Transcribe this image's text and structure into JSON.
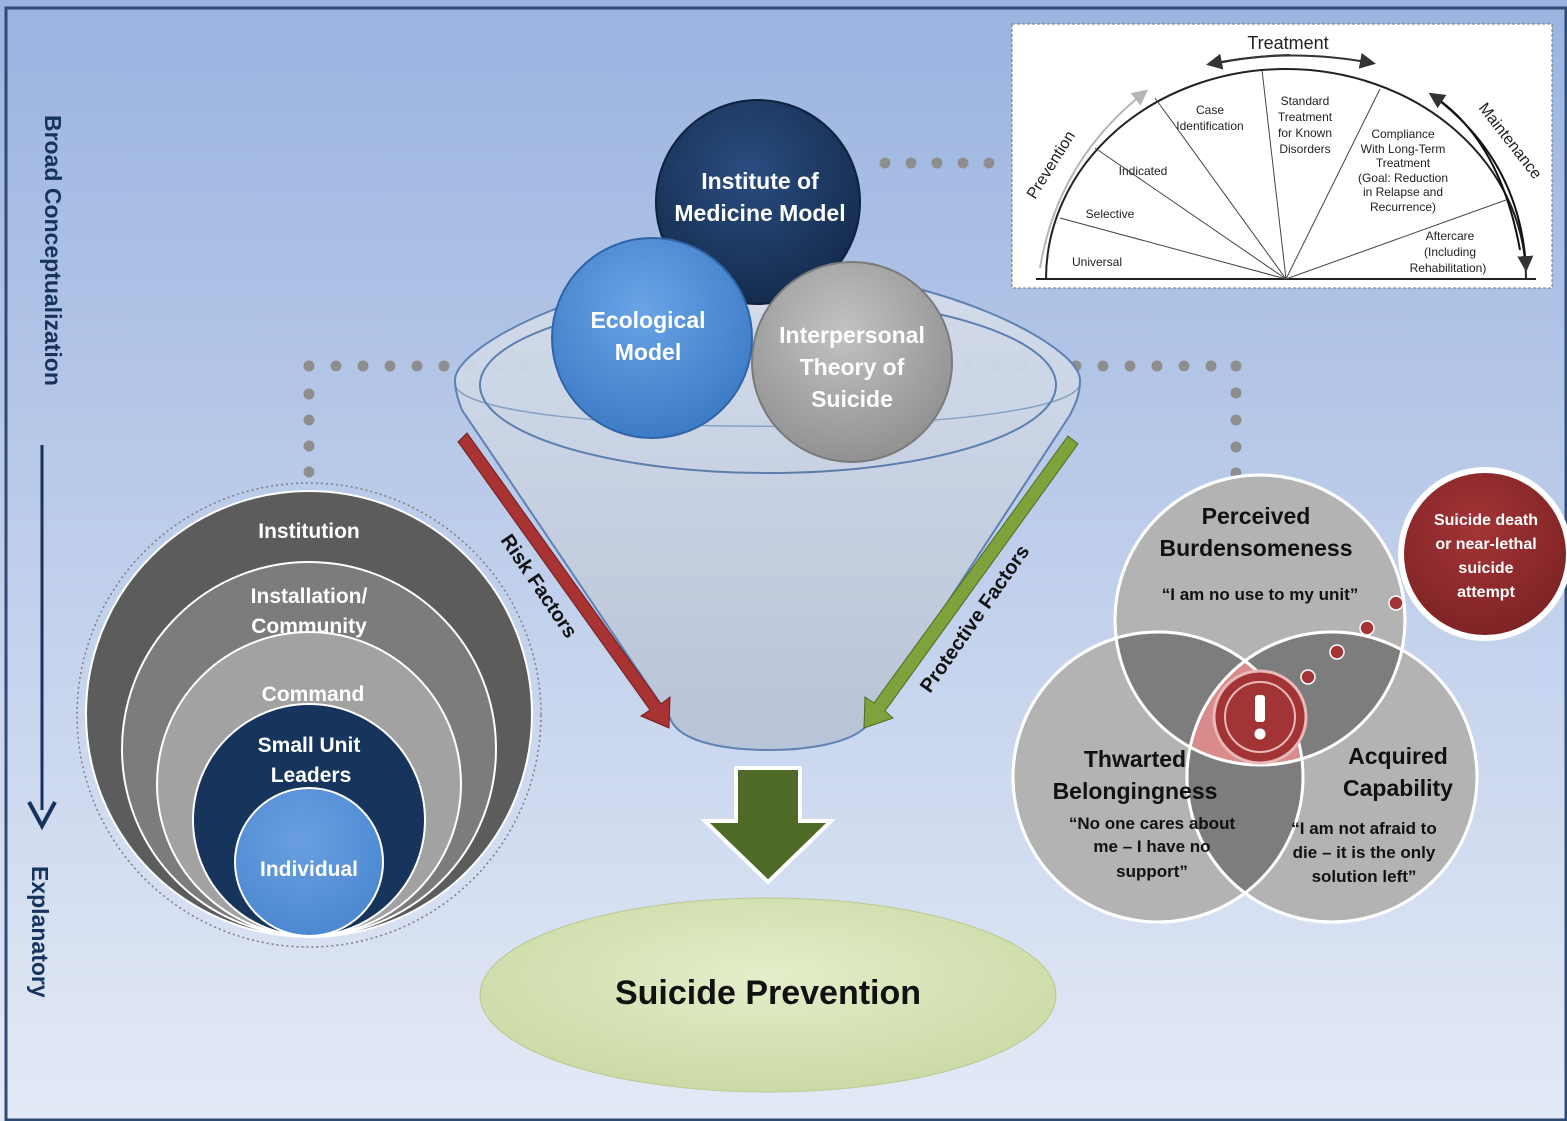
{
  "side_axis": {
    "top_label": "Broad Conceptualization",
    "bottom_label": "Explanatory"
  },
  "models": {
    "iom": [
      "Institute of",
      "Medicine Model"
    ],
    "ecological": [
      "Ecological",
      "Model"
    ],
    "interpersonal": [
      "Interpersonal",
      "Theory of",
      "Suicide"
    ]
  },
  "arrows": {
    "risk": "Risk Factors",
    "protective": "Protective Factors"
  },
  "outcome": "Suicide Prevention",
  "ecological_levels": {
    "institution": "Institution",
    "installation": [
      "Installation/",
      "Community"
    ],
    "command": "Command",
    "small_unit": [
      "Small Unit",
      "Leaders"
    ],
    "individual": "Individual"
  },
  "iom_spectrum": {
    "arc_labels": {
      "treatment": "Treatment",
      "prevention": "Prevention",
      "maintenance": "Maintenance"
    },
    "universal": "Universal",
    "selective": "Selective",
    "indicated": "Indicated",
    "case_identification": [
      "Case",
      "Identification"
    ],
    "standard_treatment": [
      "Standard",
      "Treatment",
      "for Known",
      "Disorders"
    ],
    "compliance": [
      "Compliance",
      "With Long-Term",
      "Treatment",
      "(Goal: Reduction",
      "in Relapse and",
      "Recurrence)"
    ],
    "aftercare": [
      "Aftercare",
      "(Including",
      "Rehabilitation)"
    ]
  },
  "venn": {
    "burdensomeness": {
      "title": [
        "Perceived",
        "Burdensomeness"
      ],
      "quote": "“I am no use to my unit”"
    },
    "belongingness": {
      "title": [
        "Thwarted",
        "Belongingness"
      ],
      "quote": [
        "“No one cares about",
        "me – I have no",
        "support”"
      ]
    },
    "capability": {
      "title": [
        "Acquired",
        "Capability"
      ],
      "quote": [
        "“I am not afraid to",
        "die – it is the only",
        "solution left”"
      ]
    },
    "center_icon": "exclamation-icon",
    "outcome_badge": [
      "Suicide death",
      "or near-lethal",
      "suicide",
      "attempt"
    ]
  },
  "colors": {
    "background_top": "#9ab3e0",
    "background_bottom": "#e2e9f5",
    "axis_text": "#16335e",
    "iom_circle": "#1b3862",
    "ecological_circle": "#4a8ad6",
    "interpersonal_circle": "#a3a3a3",
    "risk_arrow": "#a83332",
    "protective_arrow": "#7ea33c",
    "down_arrow": "#4f6a26",
    "outcome_ellipse": "#d9e6bc",
    "badge": "#8e2a2c"
  }
}
